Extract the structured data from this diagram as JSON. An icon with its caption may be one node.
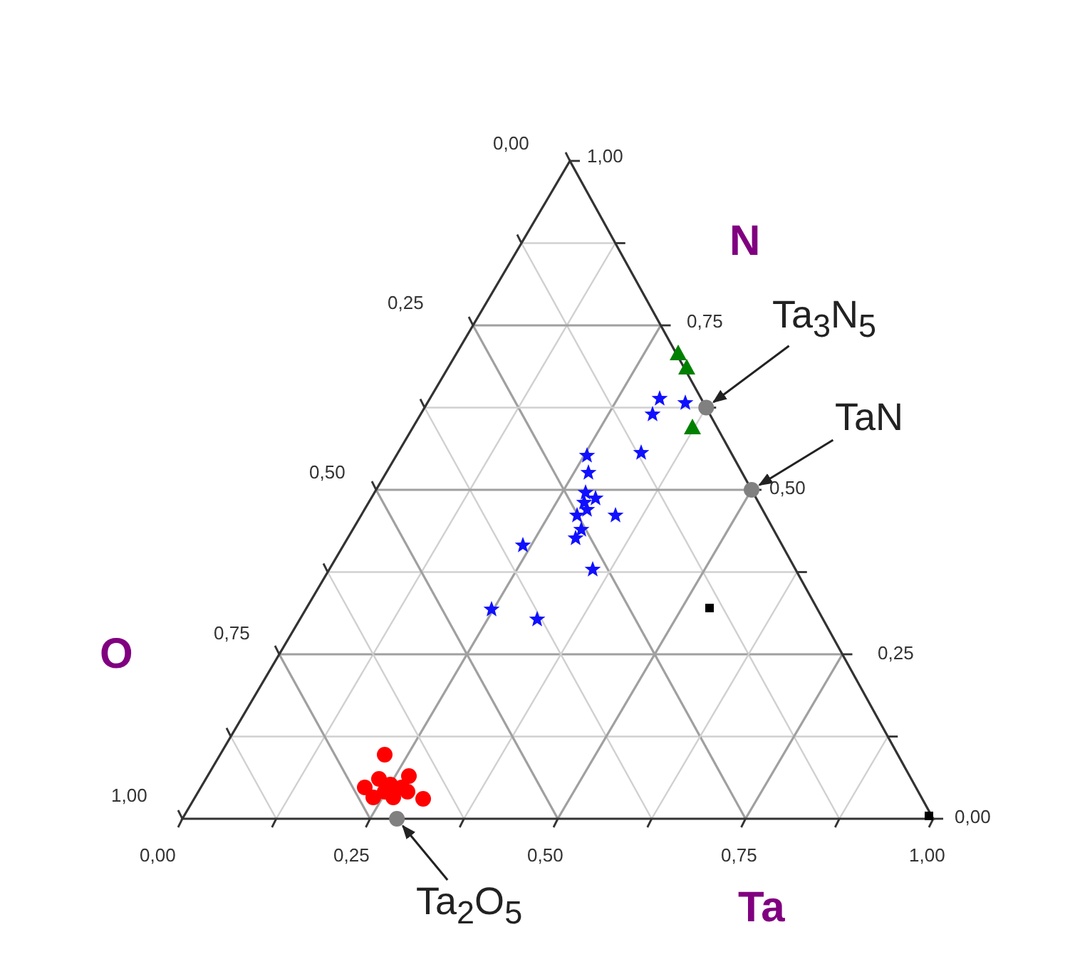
{
  "diagram": {
    "nodes": [
      {
        "text": [
          "Ta$_{3}$N$_{5}$"
        ]
      },
      {
        "text": [],
        "shape": "circle"
      },
      {
        "text": [
          "TaN"
        ]
      },
      {
        "text": [],
        "shape": "circle"
      },
      {
        "text": [],
        "shape": "circle"
      },
      {
        "text": [
          "Ta$_{2}$O$_{5}$"
        ]
      }
    ],
    "edges": [
      {
        "from": 0,
        "to": 1,
        "arrow": "to"
      },
      {
        "from": 2,
        "to": 3,
        "arrow": "to"
      },
      {
        "from": 5,
        "to": 4,
        "arrow": "to"
      }
    ],
    "labels": [
      "0,00",
      "1,00",
      "N",
      "0,25",
      "0,75",
      "0,50",
      "0,50",
      "0,75",
      "O",
      "0,25",
      "1,00",
      "0,00",
      "0,00",
      "0,25",
      "0,50",
      "0,75",
      "1,00",
      "Ta"
    ]
  }
}
